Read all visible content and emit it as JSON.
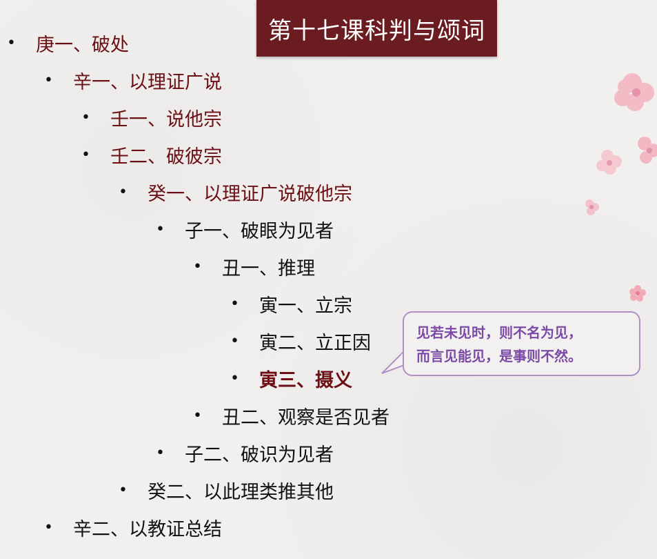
{
  "slide": {
    "title": "第十七课科判与颂词"
  },
  "outline": [
    {
      "bullet": "•",
      "label": "庚一、破处",
      "style": "red"
    },
    {
      "bullet": "•",
      "label": "辛一、以理证广说",
      "style": "red"
    },
    {
      "bullet": "•",
      "label": "壬一、说他宗",
      "style": "red"
    },
    {
      "bullet": "•",
      "label": "壬二、破彼宗",
      "style": "red"
    },
    {
      "bullet": "•",
      "label": "癸一、以理证广说破他宗",
      "style": "red"
    },
    {
      "bullet": "•",
      "label": "子一、破眼为见者",
      "style": "normal"
    },
    {
      "bullet": "•",
      "label": "丑一、推理",
      "style": "normal"
    },
    {
      "bullet": "•",
      "label": "寅一、立宗",
      "style": "normal"
    },
    {
      "bullet": "•",
      "label": "寅二、立正因",
      "style": "normal"
    },
    {
      "bullet": "•",
      "label": "寅三、摄义",
      "style": "bold"
    },
    {
      "bullet": "•",
      "label": "丑二、观察是否见者",
      "style": "normal"
    },
    {
      "bullet": "•",
      "label": "子二、破识为见者",
      "style": "normal"
    },
    {
      "bullet": "•",
      "label": "癸二、以此理类推其他",
      "style": "normal"
    },
    {
      "bullet": "•",
      "label": "辛二、以教证总结",
      "style": "normal"
    }
  ],
  "callout": {
    "line1": "见若未见时，则不名为见，",
    "line2": "而言见能见，是事则不然。"
  },
  "colors": {
    "title_bg": "#6a1c20",
    "heading_red": "#6b0f14",
    "callout_text": "#7b4aa6",
    "callout_border": "#b090c4",
    "blossom_pink": "#f4b6c2"
  }
}
